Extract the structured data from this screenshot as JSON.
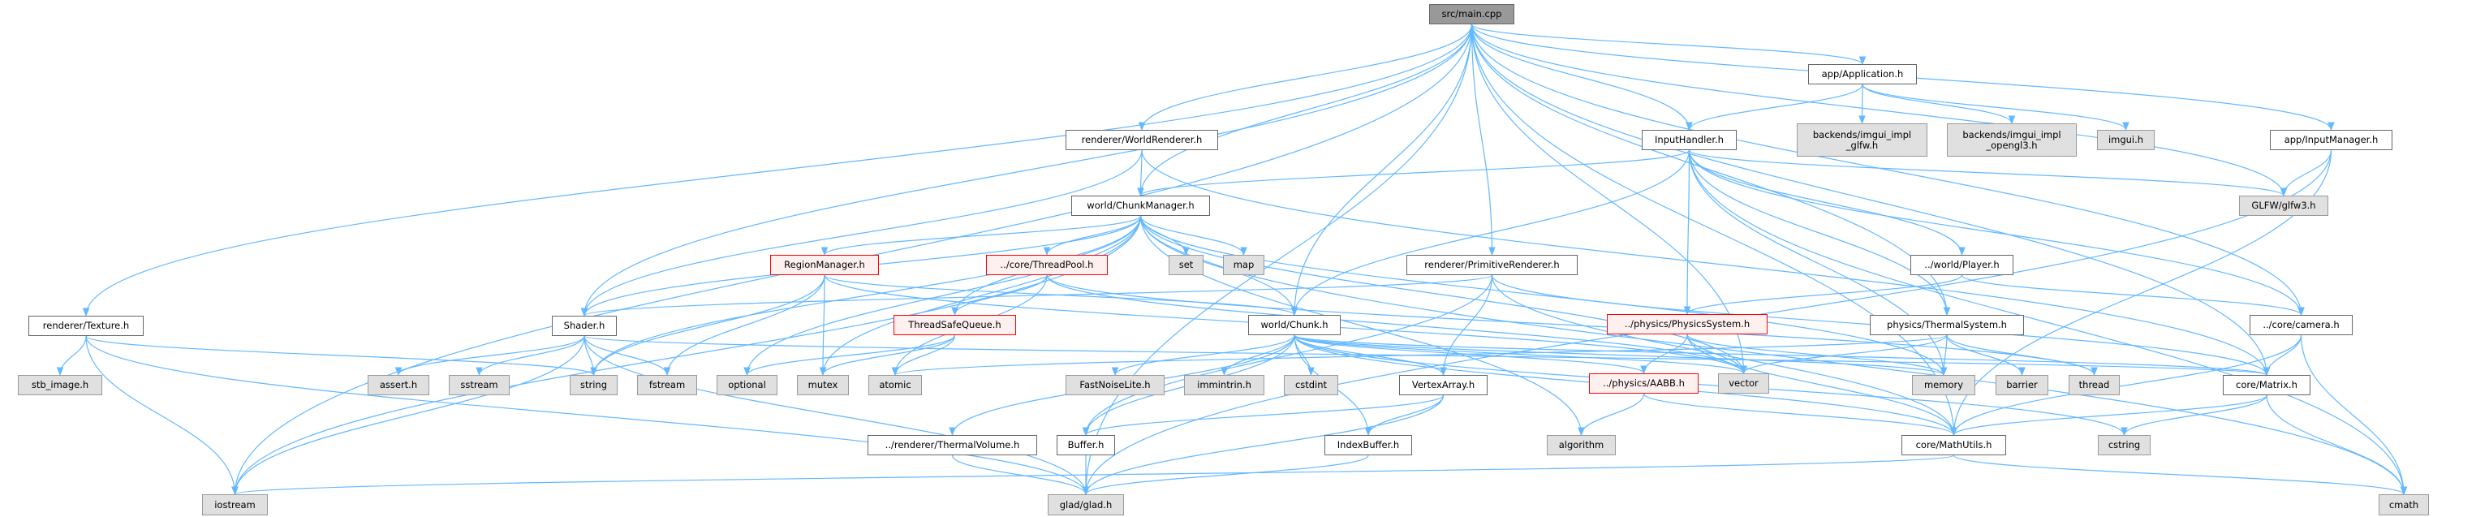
{
  "title": "src/main.cpp include dependency graph",
  "colors": {
    "edge": "#63b8ff",
    "root_fill": "#999999",
    "system_fill": "#e0e0e0",
    "truncated_border": "#ff0000",
    "truncated_fill": "#fff0f0"
  },
  "nodes": {
    "main": {
      "label": "src/main.cpp",
      "kind": "root"
    },
    "texture": {
      "label": "renderer/Texture.h",
      "kind": "local"
    },
    "stb": {
      "label": "stb_image.h",
      "kind": "sys"
    },
    "iostream": {
      "label": "iostream",
      "kind": "sys"
    },
    "shader": {
      "label": "Shader.h",
      "kind": "local"
    },
    "assert": {
      "label": "assert.h",
      "kind": "sys"
    },
    "sstream": {
      "label": "sstream",
      "kind": "sys"
    },
    "string": {
      "label": "string",
      "kind": "sys"
    },
    "fstream": {
      "label": "fstream",
      "kind": "sys"
    },
    "optional": {
      "label": "optional",
      "kind": "sys"
    },
    "mutex": {
      "label": "mutex",
      "kind": "sys"
    },
    "atomic": {
      "label": "atomic",
      "kind": "sys"
    },
    "worldrenderer": {
      "label": "renderer/WorldRenderer.h",
      "kind": "local"
    },
    "chunkmanager": {
      "label": "world/ChunkManager.h",
      "kind": "local"
    },
    "regionmanager": {
      "label": "RegionManager.h",
      "kind": "trunc"
    },
    "threadpool": {
      "label": "../core/ThreadPool.h",
      "kind": "trunc"
    },
    "set": {
      "label": "set",
      "kind": "sys"
    },
    "map": {
      "label": "map",
      "kind": "sys"
    },
    "primitiverenderer": {
      "label": "renderer/PrimitiveRenderer.h",
      "kind": "local"
    },
    "threadsafequeue": {
      "label": "ThreadSafeQueue.h",
      "kind": "trunc"
    },
    "chunk": {
      "label": "world/Chunk.h",
      "kind": "local"
    },
    "fastnoise": {
      "label": "FastNoiseLite.h",
      "kind": "sys"
    },
    "immintrin": {
      "label": "immintrin.h",
      "kind": "sys"
    },
    "cstdint": {
      "label": "cstdint",
      "kind": "sys"
    },
    "vertexarray": {
      "label": "VertexArray.h",
      "kind": "local"
    },
    "thermalvolume": {
      "label": "../renderer/ThermalVolume.h",
      "kind": "local"
    },
    "buffer": {
      "label": "Buffer.h",
      "kind": "local"
    },
    "indexbuffer": {
      "label": "IndexBuffer.h",
      "kind": "local"
    },
    "algorithm": {
      "label": "algorithm",
      "kind": "sys"
    },
    "glad": {
      "label": "glad/glad.h",
      "kind": "sys"
    },
    "application": {
      "label": "app/Application.h",
      "kind": "local"
    },
    "inputhandler": {
      "label": "InputHandler.h",
      "kind": "local"
    },
    "imgui_glfw": {
      "label": "backends/imgui_impl\n_glfw.h",
      "kind": "sys"
    },
    "imgui_gl3": {
      "label": "backends/imgui_impl\n_opengl3.h",
      "kind": "sys"
    },
    "imgui": {
      "label": "imgui.h",
      "kind": "sys"
    },
    "inputmanager": {
      "label": "app/InputManager.h",
      "kind": "local"
    },
    "glfw": {
      "label": "GLFW/glfw3.h",
      "kind": "sys"
    },
    "player": {
      "label": "../world/Player.h",
      "kind": "local"
    },
    "physicssystem": {
      "label": "../physics/PhysicsSystem.h",
      "kind": "trunc"
    },
    "thermalsystem": {
      "label": "physics/ThermalSystem.h",
      "kind": "local"
    },
    "camera": {
      "label": "../core/camera.h",
      "kind": "local"
    },
    "aabb": {
      "label": "../physics/AABB.h",
      "kind": "trunc"
    },
    "vector": {
      "label": "vector",
      "kind": "sys"
    },
    "memory": {
      "label": "memory",
      "kind": "sys"
    },
    "barrier": {
      "label": "barrier",
      "kind": "sys"
    },
    "thread": {
      "label": "thread",
      "kind": "sys"
    },
    "matrix": {
      "label": "core/Matrix.h",
      "kind": "local"
    },
    "mathutils": {
      "label": "core/MathUtils.h",
      "kind": "local"
    },
    "cstring": {
      "label": "cstring",
      "kind": "sys"
    },
    "cmath": {
      "label": "cmath",
      "kind": "sys"
    }
  },
  "edges": [
    [
      "main",
      "texture"
    ],
    [
      "main",
      "iostream"
    ],
    [
      "main",
      "glad"
    ],
    [
      "main",
      "shader"
    ],
    [
      "main",
      "worldrenderer"
    ],
    [
      "main",
      "chunkmanager"
    ],
    [
      "main",
      "chunk"
    ],
    [
      "main",
      "primitiverenderer"
    ],
    [
      "main",
      "application"
    ],
    [
      "main",
      "inputhandler"
    ],
    [
      "main",
      "inputmanager"
    ],
    [
      "main",
      "glfw"
    ],
    [
      "main",
      "matrix"
    ],
    [
      "main",
      "mathutils"
    ],
    [
      "main",
      "vector"
    ],
    [
      "main",
      "thermalsystem"
    ],
    [
      "main",
      "camera"
    ],
    [
      "texture",
      "stb"
    ],
    [
      "texture",
      "iostream"
    ],
    [
      "texture",
      "glad"
    ],
    [
      "texture",
      "string"
    ],
    [
      "shader",
      "assert"
    ],
    [
      "shader",
      "sstream"
    ],
    [
      "shader",
      "string"
    ],
    [
      "shader",
      "fstream"
    ],
    [
      "shader",
      "iostream"
    ],
    [
      "shader",
      "glad"
    ],
    [
      "shader",
      "matrix"
    ],
    [
      "worldrenderer",
      "chunkmanager"
    ],
    [
      "worldrenderer",
      "shader"
    ],
    [
      "worldrenderer",
      "matrix"
    ],
    [
      "chunkmanager",
      "regionmanager"
    ],
    [
      "chunkmanager",
      "threadpool"
    ],
    [
      "chunkmanager",
      "set"
    ],
    [
      "chunkmanager",
      "map"
    ],
    [
      "chunkmanager",
      "chunk"
    ],
    [
      "chunkmanager",
      "threadsafequeue"
    ],
    [
      "chunkmanager",
      "mutex"
    ],
    [
      "chunkmanager",
      "string"
    ],
    [
      "chunkmanager",
      "iostream"
    ],
    [
      "chunkmanager",
      "optional"
    ],
    [
      "chunkmanager",
      "algorithm"
    ],
    [
      "chunkmanager",
      "memory"
    ],
    [
      "chunkmanager",
      "vector"
    ],
    [
      "chunkmanager",
      "cmath"
    ],
    [
      "chunkmanager",
      "shader"
    ],
    [
      "regionmanager",
      "mutex"
    ],
    [
      "regionmanager",
      "string"
    ],
    [
      "regionmanager",
      "fstream"
    ],
    [
      "regionmanager",
      "chunk"
    ],
    [
      "regionmanager",
      "vector"
    ],
    [
      "threadpool",
      "threadsafequeue"
    ],
    [
      "threadpool",
      "atomic"
    ],
    [
      "threadpool",
      "thread"
    ],
    [
      "threadpool",
      "vector"
    ],
    [
      "threadsafequeue",
      "mutex"
    ],
    [
      "threadsafequeue",
      "atomic"
    ],
    [
      "threadsafequeue",
      "optional"
    ],
    [
      "chunk",
      "fastnoise"
    ],
    [
      "chunk",
      "immintrin"
    ],
    [
      "chunk",
      "cstdint"
    ],
    [
      "chunk",
      "vertexarray"
    ],
    [
      "chunk",
      "indexbuffer"
    ],
    [
      "chunk",
      "buffer"
    ],
    [
      "chunk",
      "aabb"
    ],
    [
      "chunk",
      "thermalvolume"
    ],
    [
      "chunk",
      "vector"
    ],
    [
      "chunk",
      "memory"
    ],
    [
      "chunk",
      "mathutils"
    ],
    [
      "chunk",
      "matrix"
    ],
    [
      "chunk",
      "cstring"
    ],
    [
      "primitiverenderer",
      "shader"
    ],
    [
      "primitiverenderer",
      "vertexarray"
    ],
    [
      "primitiverenderer",
      "buffer"
    ],
    [
      "primitiverenderer",
      "mathutils"
    ],
    [
      "primitiverenderer",
      "matrix"
    ],
    [
      "vertexarray",
      "buffer"
    ],
    [
      "vertexarray",
      "indexbuffer"
    ],
    [
      "vertexarray",
      "glad"
    ],
    [
      "buffer",
      "glad"
    ],
    [
      "indexbuffer",
      "glad"
    ],
    [
      "thermalvolume",
      "glad"
    ],
    [
      "aabb",
      "algorithm"
    ],
    [
      "aabb",
      "mathutils"
    ],
    [
      "application",
      "inputhandler"
    ],
    [
      "application",
      "imgui_glfw"
    ],
    [
      "application",
      "imgui_gl3"
    ],
    [
      "application",
      "imgui"
    ],
    [
      "inputhandler",
      "chunkmanager"
    ],
    [
      "inputhandler",
      "chunk"
    ],
    [
      "inputhandler",
      "physicssystem"
    ],
    [
      "inputhandler",
      "memory"
    ],
    [
      "inputhandler",
      "player"
    ],
    [
      "inputhandler",
      "camera"
    ],
    [
      "inputhandler",
      "glfw"
    ],
    [
      "inputhandler",
      "cmath"
    ],
    [
      "inputhandler",
      "thermalsystem"
    ],
    [
      "inputmanager",
      "glfw"
    ],
    [
      "inputmanager",
      "mathutils"
    ],
    [
      "inputmanager",
      "glad"
    ],
    [
      "player",
      "physicssystem"
    ],
    [
      "player",
      "camera"
    ],
    [
      "physicssystem",
      "aabb"
    ],
    [
      "physicssystem",
      "vector"
    ],
    [
      "physicssystem",
      "mathutils"
    ],
    [
      "physicssystem",
      "memory"
    ],
    [
      "thermalsystem",
      "vector"
    ],
    [
      "thermalsystem",
      "memory"
    ],
    [
      "thermalsystem",
      "barrier"
    ],
    [
      "thermalsystem",
      "thread"
    ],
    [
      "thermalsystem",
      "atomic"
    ],
    [
      "camera",
      "matrix"
    ],
    [
      "camera",
      "mathutils"
    ],
    [
      "camera",
      "cmath"
    ],
    [
      "matrix",
      "mathutils"
    ],
    [
      "matrix",
      "cstring"
    ],
    [
      "matrix",
      "cmath"
    ],
    [
      "mathutils",
      "cmath"
    ],
    [
      "mathutils",
      "iostream"
    ]
  ]
}
